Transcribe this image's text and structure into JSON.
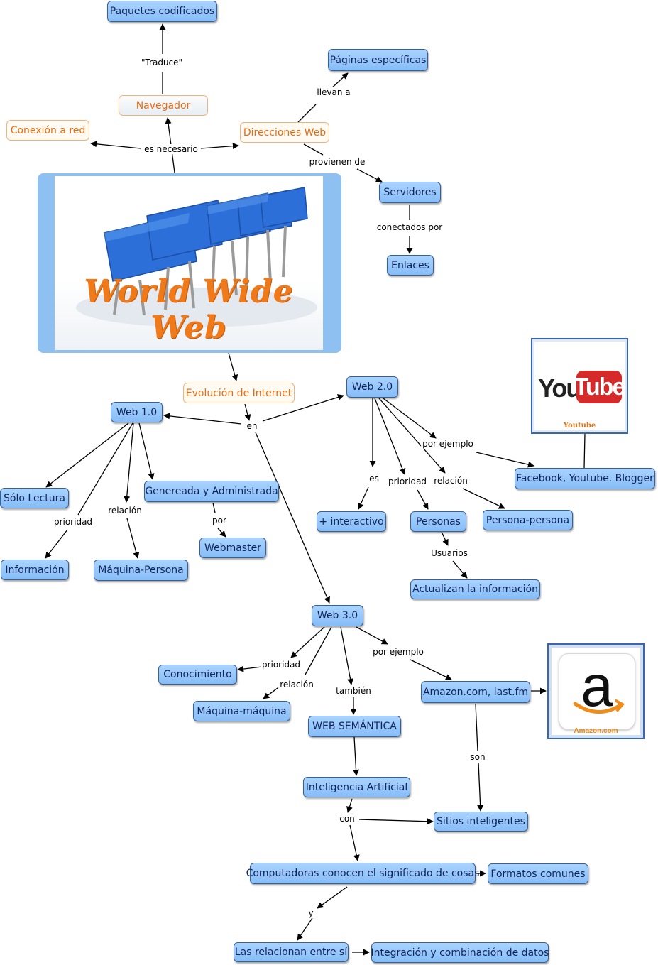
{
  "nodes": {
    "paquetes": "Paquetes codificados",
    "navegador": "Navegador",
    "conexion": "Conexión a red",
    "direcciones": "Direcciones Web",
    "paginas": "Páginas específicas",
    "servidores": "Servidores",
    "enlaces": "Enlaces",
    "evolucion": "Evolución de Internet",
    "web1": "Web 1.0",
    "web2": "Web 2.0",
    "web3": "Web 3.0",
    "solo_lectura": "Sólo Lectura",
    "generada": "Genereada y Administrada",
    "informacion": "Información",
    "maquina_persona": "Máquina-Persona",
    "webmaster": "Webmaster",
    "interactivo": "+ interactivo",
    "personas": "Personas",
    "persona_persona": "Persona-persona",
    "actualizan": "Actualizan la información",
    "facebook": "Facebook, Youtube. Blogger",
    "conocimiento": "Conocimiento",
    "maquina_maquina": "Máquina-máquina",
    "web_semantica": "WEB SEMÁNTICA",
    "amazon": "Amazon.com, last.fm",
    "ia": "Inteligencia Artificial",
    "sitios": "Sitios inteligentes",
    "computadoras": "Computadoras conocen el significado de cosas",
    "formatos": "Formatos comunes",
    "relacionan": "Las relacionan entre sí",
    "integracion": "Integración y combinación de datos"
  },
  "labels": {
    "traduce": "\"Traduce\"",
    "es_necesario": "es necesario",
    "llevan_a": "llevan a",
    "provienen_de": "provienen de",
    "conectados_por": "conectados por",
    "en": "en",
    "prioridad_1": "prioridad",
    "relacion_1": "relación",
    "por": "por",
    "es": "es",
    "prioridad_2": "prioridad",
    "relacion_2": "relación",
    "por_ejemplo_1": "por ejemplo",
    "usuarios": "Usuarios",
    "prioridad_3": "prioridad",
    "relacion_3": "relación",
    "tambien": "también",
    "por_ejemplo_2": "por ejemplo",
    "son": "son",
    "con": "con",
    "y": "y"
  },
  "images": {
    "www_title": "World Wide Web",
    "youtube_you": "You",
    "youtube_tube": "Tube",
    "youtube_caption": "Youtube",
    "amazon_letter": "a",
    "amazon_caption": "Amazon.com"
  },
  "colors": {
    "node_fill": "#9dcbfb",
    "node_border": "#3a5f93",
    "orange_text": "#ea6a10",
    "link": "#000000"
  }
}
